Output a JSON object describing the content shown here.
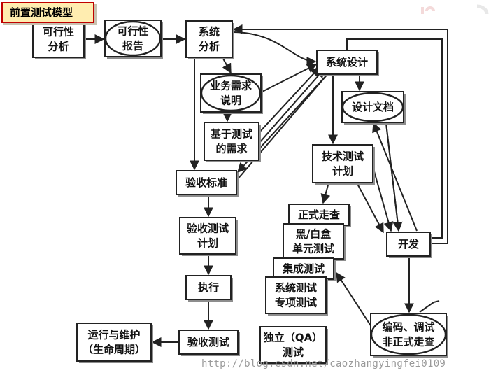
{
  "title": "前置测试模型",
  "watermark": "http://blog.csdn.net/caozhangyingfei0109",
  "colors": {
    "ink": "#222222",
    "tag_fill": "#ffedb0",
    "tag_border": "#c00000"
  },
  "nodes": [
    {
      "id": "feasibility_analysis",
      "lines": [
        "可行性",
        "分析"
      ],
      "shape": "rect"
    },
    {
      "id": "feasibility_report",
      "lines": [
        "可行性",
        "报告"
      ],
      "shape": "ellipse"
    },
    {
      "id": "system_analysis",
      "lines": [
        "系统",
        "分析"
      ],
      "shape": "rect"
    },
    {
      "id": "system_design",
      "lines": [
        "系统设计"
      ],
      "shape": "rect"
    },
    {
      "id": "business_requirements",
      "lines": [
        "业务需求",
        "说明"
      ],
      "shape": "ellipse"
    },
    {
      "id": "design_document",
      "lines": [
        "设计文档"
      ],
      "shape": "ellipse"
    },
    {
      "id": "test_based_requirements",
      "lines": [
        "基于测试",
        "的需求"
      ],
      "shape": "rect"
    },
    {
      "id": "technical_test_plan",
      "lines": [
        "技术测试",
        "计划"
      ],
      "shape": "rect"
    },
    {
      "id": "acceptance_criteria",
      "lines": [
        "验收标准"
      ],
      "shape": "rect"
    },
    {
      "id": "formal_review",
      "lines": [
        "正式走查"
      ],
      "shape": "rect"
    },
    {
      "id": "acceptance_test_plan",
      "lines": [
        "验收测试",
        "计划"
      ],
      "shape": "rect"
    },
    {
      "id": "unit_test",
      "lines": [
        "黑/白盒",
        "单元测试"
      ],
      "shape": "rect"
    },
    {
      "id": "development",
      "lines": [
        "开发"
      ],
      "shape": "rect"
    },
    {
      "id": "integration_test",
      "lines": [
        "集成测试"
      ],
      "shape": "rect"
    },
    {
      "id": "system_test",
      "lines": [
        "系统测试",
        "专项测试"
      ],
      "shape": "rect"
    },
    {
      "id": "execute",
      "lines": [
        "执行"
      ],
      "shape": "rect"
    },
    {
      "id": "operation_maintenance",
      "lines": [
        "运行与维护",
        "（生命周期）"
      ],
      "shape": "rect"
    },
    {
      "id": "acceptance_test",
      "lines": [
        "验收测试"
      ],
      "shape": "rect"
    },
    {
      "id": "independent_qa_test",
      "lines": [
        "独立（QA）",
        "测试"
      ],
      "shape": "rect"
    },
    {
      "id": "coding_debug",
      "lines": [
        "编码、调试",
        "非正式走查"
      ],
      "shape": "ellipse"
    }
  ]
}
